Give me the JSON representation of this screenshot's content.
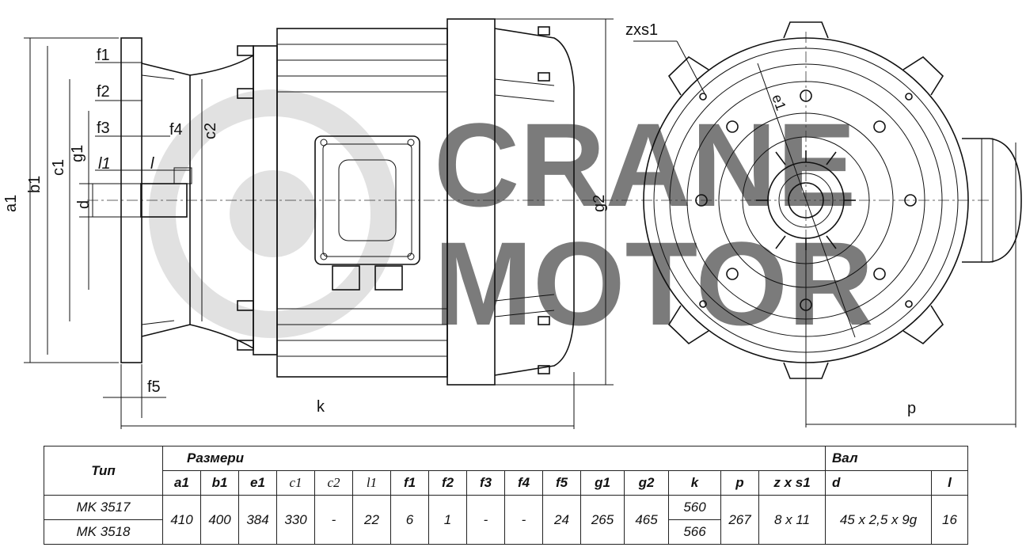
{
  "watermark": {
    "line1": "CRANE",
    "line2": "MOTOR"
  },
  "labels": {
    "a1": "a1",
    "b1": "b1",
    "c1": "c1",
    "c2": "c2",
    "g1": "g1",
    "g2": "g2",
    "d": "d",
    "l1": "l1",
    "l": "l",
    "f1": "f1",
    "f2": "f2",
    "f3": "f3",
    "f4": "f4",
    "f5": "f5",
    "k": "k",
    "p": "p",
    "e1": "e1",
    "zxs1": "zxs1"
  },
  "table": {
    "header_type": "Тип",
    "header_sizes": "Размери",
    "header_shaft": "Вал",
    "columns": [
      "a1",
      "b1",
      "e1",
      "c1",
      "c2",
      "l1",
      "f1",
      "f2",
      "f3",
      "f4",
      "f5",
      "g1",
      "g2",
      "k",
      "p",
      "z x s1",
      "d",
      "l"
    ],
    "types": [
      "MK  3517",
      "MK  3518"
    ],
    "values": [
      "410",
      "400",
      "384",
      "330",
      "-",
      "22",
      "6",
      "1",
      "-",
      "-",
      "24",
      "265",
      "465"
    ],
    "k_values": [
      "560",
      "566"
    ],
    "p": "267",
    "zxs1": "8 x 11",
    "d": "45 x 2,5 x 9g",
    "l": "16"
  }
}
